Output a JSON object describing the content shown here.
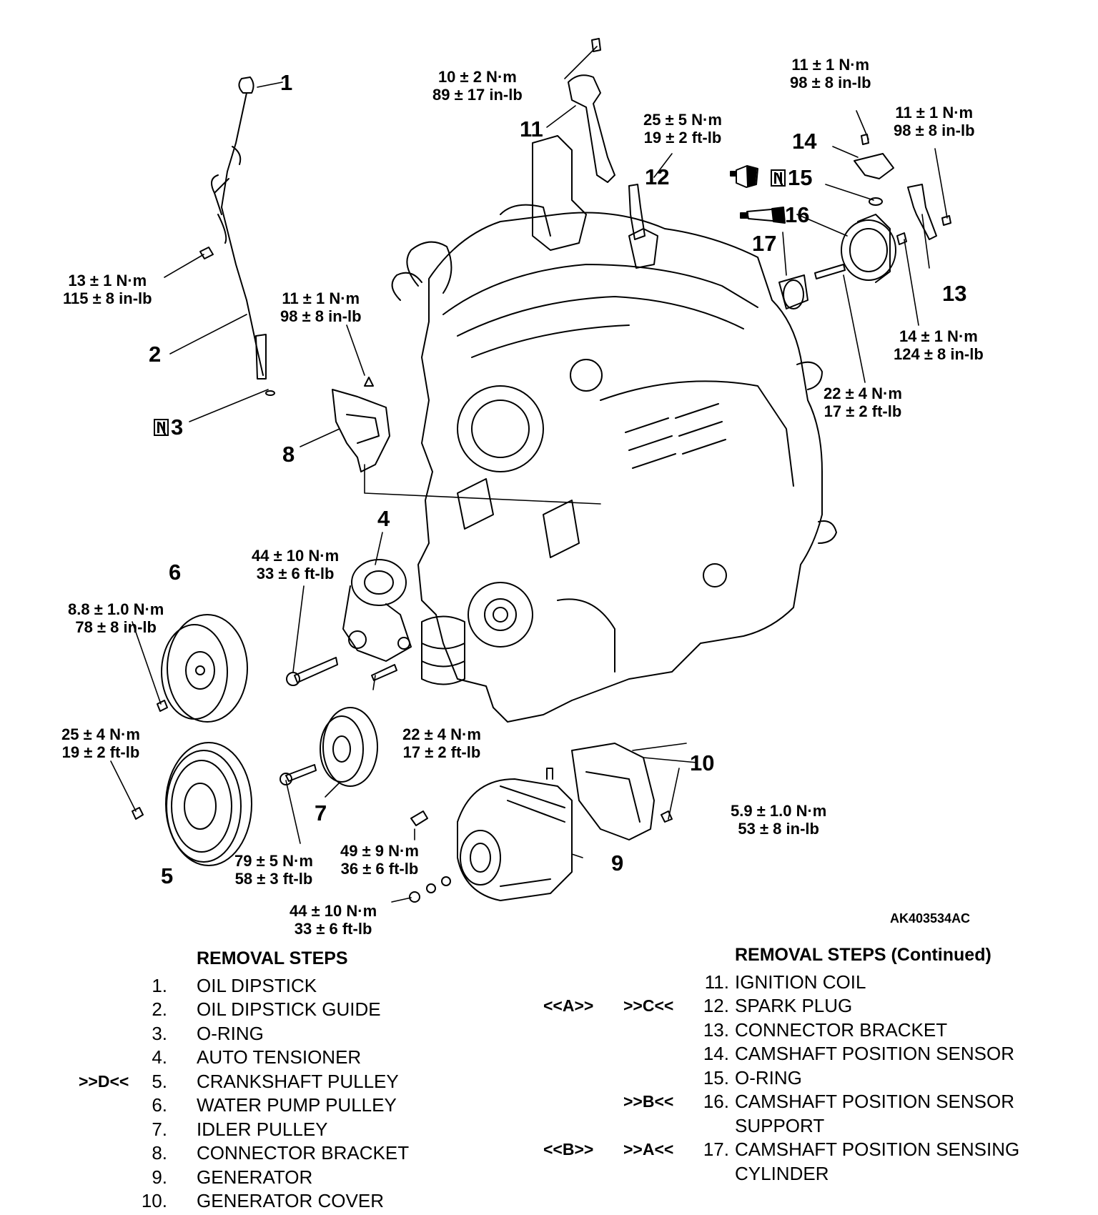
{
  "torques": {
    "t1": [
      "10 ± 2 N·m",
      "89 ± 17 in-lb"
    ],
    "t2": [
      "11 ± 1 N·m",
      "98 ± 8 in-lb"
    ],
    "t3": [
      "25 ± 5 N·m",
      "19 ± 2 ft-lb"
    ],
    "t4": [
      "11 ± 1 N·m",
      "98 ± 8 in-lb"
    ],
    "t5": [
      "13 ± 1 N·m",
      "115 ± 8 in-lb"
    ],
    "t6": [
      "11 ± 1 N·m",
      "98 ± 8 in-lb"
    ],
    "t7": [
      "14 ± 1 N·m",
      "124 ± 8 in-lb"
    ],
    "t8": [
      "22 ± 4 N·m",
      "17 ± 2 ft-lb"
    ],
    "t9": [
      "44 ± 10 N·m",
      "33 ± 6 ft-lb"
    ],
    "t10": [
      "8.8 ± 1.0 N·m",
      "78 ± 8 in-lb"
    ],
    "t11": [
      "25 ± 4 N·m",
      "19 ± 2 ft-lb"
    ],
    "t12": [
      "22 ± 4 N·m",
      "17 ± 2 ft-lb"
    ],
    "t13": [
      "5.9 ± 1.0 N·m",
      "53 ± 8 in-lb"
    ],
    "t14": [
      "79 ± 5 N·m",
      "58 ± 3 ft-lb"
    ],
    "t15": [
      "49 ± 9 N·m",
      "36 ± 6 ft-lb"
    ],
    "t16": [
      "44 ± 10 N·m",
      "33 ± 6 ft-lb"
    ]
  },
  "callouts": {
    "c1": "1",
    "c2": "2",
    "c3": "3",
    "c4": "4",
    "c5": "5",
    "c6": "6",
    "c7": "7",
    "c8": "8",
    "c9": "9",
    "c10": "10",
    "c11": "11",
    "c12": "12",
    "c13": "13",
    "c14": "14",
    "c15": "15",
    "c16": "16",
    "c17": "17"
  },
  "figure_code": "AK403534AC",
  "removal_steps": {
    "title": "REMOVAL STEPS",
    "items": [
      {
        "n": "1.",
        "label": "OIL DIPSTICK",
        "mark": ""
      },
      {
        "n": "2.",
        "label": "OIL DIPSTICK GUIDE",
        "mark": ""
      },
      {
        "n": "3.",
        "label": "O-RING",
        "mark": ""
      },
      {
        "n": "4.",
        "label": "AUTO TENSIONER",
        "mark": ""
      },
      {
        "n": "5.",
        "label": "CRANKSHAFT PULLEY",
        "mark": ">>D<<"
      },
      {
        "n": "6.",
        "label": "WATER PUMP PULLEY",
        "mark": ""
      },
      {
        "n": "7.",
        "label": "IDLER PULLEY",
        "mark": ""
      },
      {
        "n": "8.",
        "label": "CONNECTOR BRACKET",
        "mark": ""
      },
      {
        "n": "9.",
        "label": "GENERATOR",
        "mark": ""
      },
      {
        "n": "10.",
        "label": "GENERATOR COVER",
        "mark": ""
      }
    ]
  },
  "removal_steps_cont": {
    "title": "REMOVAL STEPS (Continued)",
    "items": [
      {
        "n": "11.",
        "label": "IGNITION COIL",
        "mark1": "",
        "mark2": ""
      },
      {
        "n": "12.",
        "label": "SPARK PLUG",
        "mark1": "<<A>>",
        "mark2": ">>C<<"
      },
      {
        "n": "13.",
        "label": "CONNECTOR BRACKET",
        "mark1": "",
        "mark2": ""
      },
      {
        "n": "14.",
        "label": "CAMSHAFT POSITION SENSOR",
        "mark1": "",
        "mark2": ""
      },
      {
        "n": "15.",
        "label": "O-RING",
        "mark1": "",
        "mark2": ""
      },
      {
        "n": "16.",
        "label": "CAMSHAFT POSITION SENSOR",
        "mark1": "",
        "mark2": ">>B<<"
      },
      {
        "n": "",
        "label": "SUPPORT",
        "mark1": "",
        "mark2": ""
      },
      {
        "n": "17.",
        "label": "CAMSHAFT POSITION SENSING",
        "mark1": "<<B>>",
        "mark2": ">>A<<"
      },
      {
        "n": "",
        "label": "CYLINDER",
        "mark1": "",
        "mark2": ""
      }
    ]
  }
}
